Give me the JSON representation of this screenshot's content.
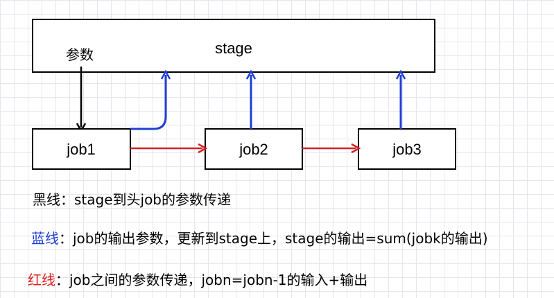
{
  "diagram": {
    "stage_label": "stage",
    "param_label": "参数",
    "jobs": [
      {
        "label": "job1"
      },
      {
        "label": "job2"
      },
      {
        "label": "job3"
      }
    ],
    "colors": {
      "black_line": "#000000",
      "blue_line": "#1f3fd6",
      "red_line": "#d42027"
    }
  },
  "legend": {
    "black": {
      "text": "黑线：stage到头job的参数传递"
    },
    "blue": {
      "key": "蓝线",
      "text": "：job的输出参数，更新到stage上，stage的输出=sum(jobk的输出)"
    },
    "red": {
      "key": "红线",
      "text": "：job之间的参数传递，jobn=jobn-1的输入+输出"
    }
  }
}
